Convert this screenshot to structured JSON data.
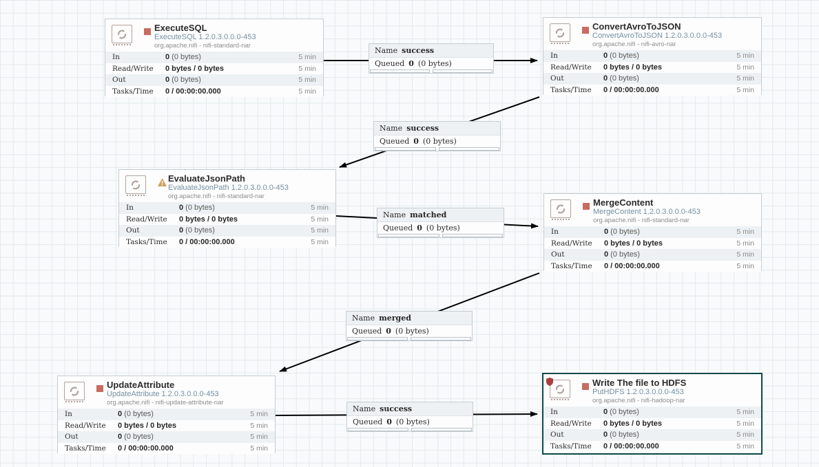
{
  "canvas": {
    "background": "#f8fafb",
    "grid_line": "#e5eaec"
  },
  "colors": {
    "stopped_red": "#c96b60",
    "invalid_warning": "#cf9f5d",
    "restricted_shield": "#a83f3b",
    "selected_border": "#0b484b",
    "subtitle_blue": "#7390a2",
    "wire": "#000000"
  },
  "processors": [
    {
      "title": "ExecuteSQL",
      "subtitle": "ExecuteSQL 1.2.0.3.0.0.0-453",
      "bundle": "org.apache.nifi - nifi-standard-nar",
      "status": "stopped",
      "rows": [
        {
          "label": "In",
          "bold": "0",
          "rest": " (0 bytes)",
          "time": "5 min"
        },
        {
          "label": "Read/Write",
          "bold": "0 bytes / 0 bytes",
          "rest": "",
          "time": "5 min"
        },
        {
          "label": "Out",
          "bold": "0",
          "rest": " (0 bytes)",
          "time": "5 min"
        },
        {
          "label": "Tasks/Time",
          "bold": "0 / 00:00:00.000",
          "rest": "",
          "time": "5 min"
        }
      ]
    },
    {
      "title": "ConvertAvroToJSON",
      "subtitle": "ConvertAvroToJSON 1.2.0.3.0.0.0-453",
      "bundle": "org.apache.nifi - nifi-avro-nar",
      "status": "stopped",
      "rows": [
        {
          "label": "In",
          "bold": "0",
          "rest": " (0 bytes)",
          "time": "5 min"
        },
        {
          "label": "Read/Write",
          "bold": "0 bytes / 0 bytes",
          "rest": "",
          "time": "5 min"
        },
        {
          "label": "Out",
          "bold": "0",
          "rest": " (0 bytes)",
          "time": "5 min"
        },
        {
          "label": "Tasks/Time",
          "bold": "0 / 00:00:00.000",
          "rest": "",
          "time": "5 min"
        }
      ]
    },
    {
      "title": "EvaluateJsonPath",
      "subtitle": "EvaluateJsonPath 1.2.0.3.0.0.0-453",
      "bundle": "org.apache.nifi - nifi-standard-nar",
      "status": "invalid",
      "rows": [
        {
          "label": "In",
          "bold": "0",
          "rest": " (0 bytes)",
          "time": "5 min"
        },
        {
          "label": "Read/Write",
          "bold": "0 bytes / 0 bytes",
          "rest": "",
          "time": "5 min"
        },
        {
          "label": "Out",
          "bold": "0",
          "rest": " (0 bytes)",
          "time": "5 min"
        },
        {
          "label": "Tasks/Time",
          "bold": "0 / 00:00:00.000",
          "rest": "",
          "time": "5 min"
        }
      ]
    },
    {
      "title": "MergeContent",
      "subtitle": "MergeContent 1.2.0.3.0.0.0-453",
      "bundle": "org.apache.nifi - nifi-standard-nar",
      "status": "stopped",
      "rows": [
        {
          "label": "In",
          "bold": "0",
          "rest": " (0 bytes)",
          "time": "5 min"
        },
        {
          "label": "Read/Write",
          "bold": "0 bytes / 0 bytes",
          "rest": "",
          "time": "5 min"
        },
        {
          "label": "Out",
          "bold": "0",
          "rest": " (0 bytes)",
          "time": "5 min"
        },
        {
          "label": "Tasks/Time",
          "bold": "0 / 00:00:00.000",
          "rest": "",
          "time": "5 min"
        }
      ]
    },
    {
      "title": "UpdateAttribute",
      "subtitle": "UpdateAttribute 1.2.0.3.0.0.0-453",
      "bundle": "org.apache.nifi - nifi-update-attribute-nar",
      "status": "stopped",
      "rows": [
        {
          "label": "In",
          "bold": "0",
          "rest": " (0 bytes)",
          "time": "5 min"
        },
        {
          "label": "Read/Write",
          "bold": "0 bytes / 0 bytes",
          "rest": "",
          "time": "5 min"
        },
        {
          "label": "Out",
          "bold": "0",
          "rest": " (0 bytes)",
          "time": "5 min"
        },
        {
          "label": "Tasks/Time",
          "bold": "0 / 00:00:00.000",
          "rest": "",
          "time": "5 min"
        }
      ]
    },
    {
      "title": "Write The file to HDFS",
      "subtitle": "PutHDFS 1.2.0.3.0.0.0-453",
      "bundle": "org.apache.nifi - nifi-hadoop-nar",
      "status": "stopped",
      "restricted": true,
      "selected": true,
      "rows": [
        {
          "label": "In",
          "bold": "0",
          "rest": " (0 bytes)",
          "time": "5 min"
        },
        {
          "label": "Read/Write",
          "bold": "0 bytes / 0 bytes",
          "rest": "",
          "time": "5 min"
        },
        {
          "label": "Out",
          "bold": "0",
          "rest": " (0 bytes)",
          "time": "5 min"
        },
        {
          "label": "Tasks/Time",
          "bold": "0 / 00:00:00.000",
          "rest": "",
          "time": "5 min"
        }
      ]
    }
  ],
  "connections": [
    {
      "name_label": "Name",
      "name": "success",
      "queued_label": "Queued",
      "queued_bold": "0",
      "queued_rest": "(0 bytes)"
    },
    {
      "name_label": "Name",
      "name": "success",
      "queued_label": "Queued",
      "queued_bold": "0",
      "queued_rest": "(0 bytes)"
    },
    {
      "name_label": "Name",
      "name": "matched",
      "queued_label": "Queued",
      "queued_bold": "0",
      "queued_rest": "(0 bytes)"
    },
    {
      "name_label": "Name",
      "name": "merged",
      "queued_label": "Queued",
      "queued_bold": "0",
      "queued_rest": "(0 bytes)"
    },
    {
      "name_label": "Name",
      "name": "success",
      "queued_label": "Queued",
      "queued_bold": "0",
      "queued_rest": "(0 bytes)"
    }
  ]
}
